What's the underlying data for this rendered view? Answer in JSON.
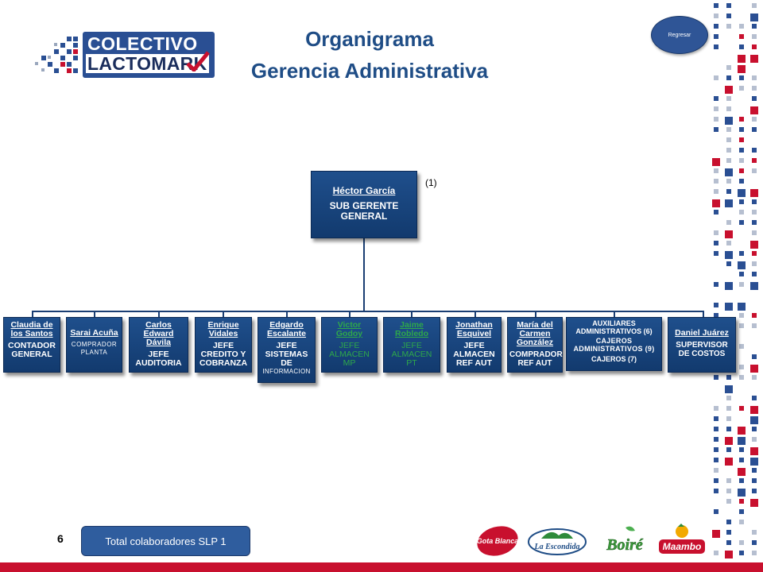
{
  "title": {
    "line1": "Organigrama",
    "line2": "Gerencia Administrativa"
  },
  "logo": {
    "line1": "COLECTIVO",
    "line2": "LACTOMARK"
  },
  "back_button": "Regresar",
  "org_chart": {
    "root": {
      "name": "Héctor García",
      "role": "SUB GERENTE GENERAL",
      "count": "(1)"
    },
    "children": [
      {
        "name": "Claudia de los Santos",
        "role": "CONTADOR GENERAL"
      },
      {
        "name": "Sarai Acuña",
        "role": "COMPRADOR PLANTA"
      },
      {
        "name": "Carlos Edward Dávila",
        "role": "JEFE AUDITORIA"
      },
      {
        "name": "Enrique Vidales",
        "role": "JEFE CREDITO Y COBRANZA"
      },
      {
        "name": "Edgardo Escalante",
        "role": "JEFE SISTEMAS DE",
        "role_extra": "INFORMACION"
      },
      {
        "name": "Victor Godoy",
        "role": "JEFE ALMACEN MP"
      },
      {
        "name": "Jaime Robledo",
        "role": "JEFE ALMACEN PT"
      },
      {
        "name": "Jonathan Esquivel",
        "role": "JEFE ALMACEN REF AUT"
      },
      {
        "name": "María del Carmen González",
        "role": "COMPRADOR REF AUT"
      },
      {
        "line1": "AUXILIARES ADMINISTRATIVOS (6)",
        "line2": "CAJEROS ADMINISTRATIVOS (9)",
        "line3": "CAJEROS (7)"
      },
      {
        "name": "Daniel Juárez",
        "role": "SUPERVISOR DE COSTOS"
      }
    ]
  },
  "footer": {
    "page_number": "6",
    "total": "Total  colaboradores SLP 1",
    "brands": [
      "Gota Blanca",
      "La Escondida",
      "Boiré",
      "Maambo"
    ]
  },
  "colors": {
    "navy": "#1f4f8c",
    "title": "#1f4d86",
    "accent_red": "#c8102e",
    "green_text": "#2ea84a"
  }
}
